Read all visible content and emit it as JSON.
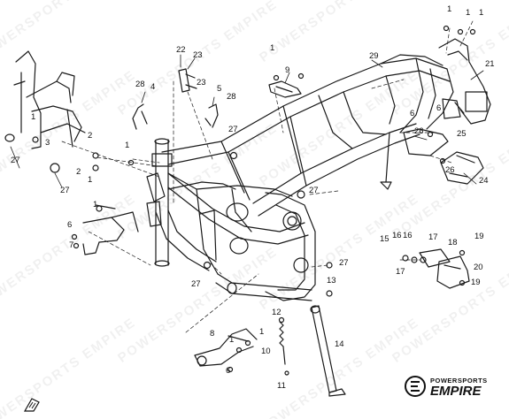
{
  "watermark_text": "POWERSPORTS EMPIRE",
  "logo": {
    "top": "POWERSPORTS",
    "main": "EMPIRE"
  },
  "callouts": {
    "c1a": "1",
    "c1b": "1",
    "c1c": "1",
    "c1d": "1",
    "c1e": "1",
    "c1f": "1",
    "c1g": "1",
    "c1h": "1",
    "c1i": "1",
    "c1j": "1",
    "c2a": "2",
    "c2b": "2",
    "c3": "3",
    "c4": "4",
    "c5": "5",
    "c6a": "6",
    "c6b": "6",
    "c6c": "6",
    "c6d": "6",
    "c7": "7",
    "c8": "8",
    "c9": "9",
    "c10": "10",
    "c11": "11",
    "c12": "12",
    "c13": "13",
    "c14": "14",
    "c15": "15",
    "c16a": "16",
    "c16b": "16",
    "c17a": "17",
    "c17b": "17",
    "c18": "18",
    "c19a": "19",
    "c19b": "19",
    "c20": "20",
    "c21": "21",
    "c22": "22",
    "c23a": "23",
    "c23b": "23",
    "c24": "24",
    "c25": "25",
    "c26a": "26",
    "c26b": "26",
    "c27a": "27",
    "c27b": "27",
    "c27c": "27",
    "c27d": "27",
    "c27e": "27",
    "c27f": "27",
    "c28a": "28",
    "c28b": "28",
    "c29": "29"
  }
}
